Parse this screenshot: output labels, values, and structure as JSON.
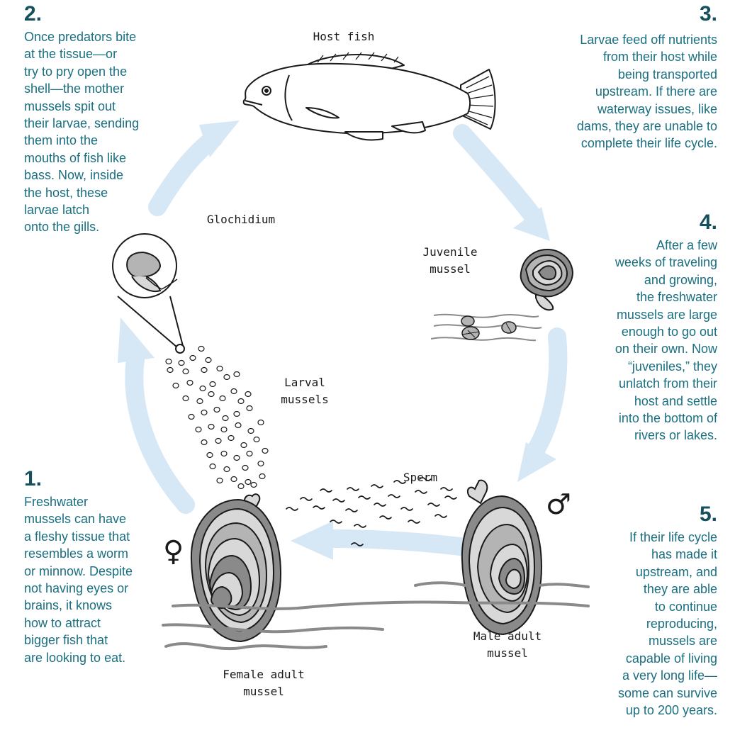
{
  "colors": {
    "heading": "#15505f",
    "body_text": "#1a6f81",
    "arrow": "#d6e7f6",
    "ink": "#1a1a1a",
    "shell_dark": "#8a8a8a",
    "shell_mid": "#b4b4b4",
    "shell_light": "#d8d8d8"
  },
  "steps": [
    {
      "num": "1.",
      "text": "Freshwater\nmussels can have\na fleshy tissue that\nresembles a worm\nor minnow. Despite\nnot having eyes or\nbrains, it knows\nhow to attract\nbigger fish that\nare looking to eat."
    },
    {
      "num": "2.",
      "text": "Once predators bite\nat the tissue—or\ntry to pry open the\nshell—the mother\nmussels spit out\ntheir larvae, sending\nthem into the\nmouths of fish like\nbass. Now, inside\nthe host, these\nlarvae latch\nonto the gills."
    },
    {
      "num": "3.",
      "text": "Larvae feed off nutrients\nfrom their host while\nbeing transported\nupstream. If there are\nwaterway issues, like\ndams, they are unable to\ncomplete their life cycle."
    },
    {
      "num": "4.",
      "text": "After a few\nweeks of traveling\nand growing,\nthe freshwater\nmussels are large\nenough to go out\non their own. Now\n“juveniles,” they\nunlatch from their\nhost and settle\ninto the bottom of\nrivers or lakes."
    },
    {
      "num": "5.",
      "text": "If their life cycle\nhas made it\nupstream, and\nthey are able\nto continue\nreproducing,\nmussels are\ncapable of living\na very long life—\nsome can survive\nup to 200 years."
    }
  ],
  "labels": {
    "host_fish": "Host fish",
    "glochidium": "Glochidium",
    "juvenile": "Juvenile\nmussel",
    "larval": "Larval\nmussels",
    "sperm": "Sperm",
    "male": "Male adult\nmussel",
    "female": "Female adult\nmussel"
  },
  "symbols": {
    "female": "♀",
    "male": "♂"
  }
}
